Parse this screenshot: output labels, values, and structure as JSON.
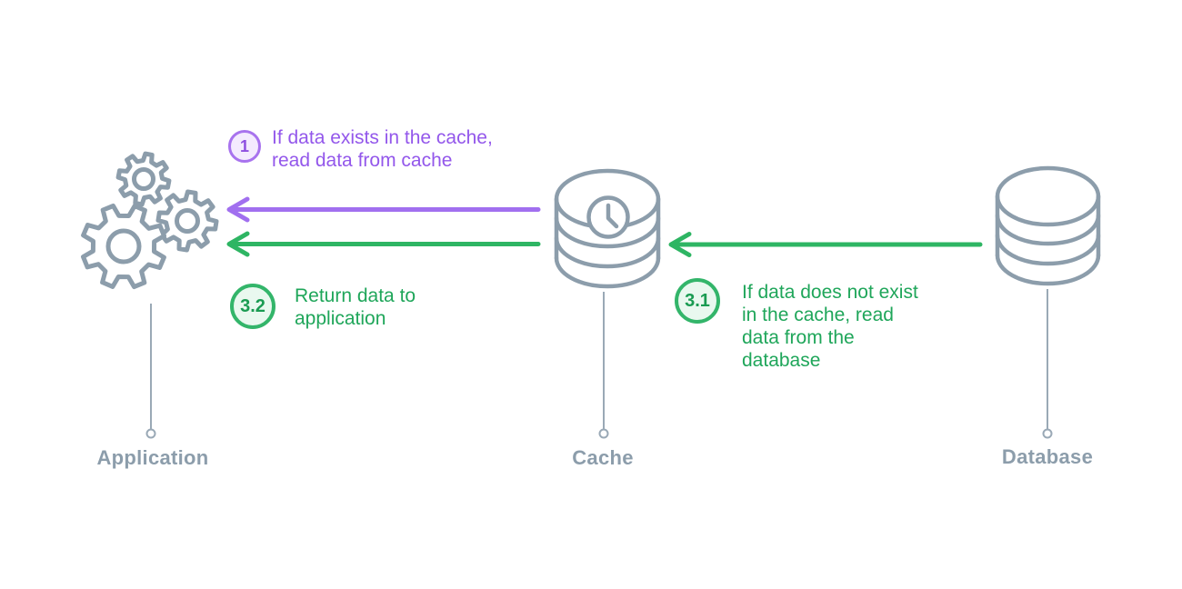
{
  "colors": {
    "purple": "#A16FEF",
    "purple_text": "#9357EB",
    "purple_badge_border": "#A873EE",
    "purple_badge_fill": "#F4EBFE",
    "green": "#2EB563",
    "green_text": "#1FA65A",
    "green_badge_border": "#33B56A",
    "green_badge_fill": "#E9F8EF",
    "icon_gray": "#8C9DAB",
    "leader_gray": "#9AA9B6"
  },
  "nodes": {
    "application": {
      "label": "Application",
      "icon": "gears-icon"
    },
    "cache": {
      "label": "Cache",
      "icon": "database-clock-icon"
    },
    "database": {
      "label": "Database",
      "icon": "database-icon"
    }
  },
  "steps": {
    "step1": {
      "badge": "1",
      "from": "cache",
      "to": "application",
      "color": "purple",
      "line1": "If data exists in the cache,",
      "line2": "read data from cache"
    },
    "step32": {
      "badge": "3.2",
      "from": "cache",
      "to": "application",
      "color": "green",
      "line1": "Return data to",
      "line2": "application"
    },
    "step31": {
      "badge": "3.1",
      "from": "database",
      "to": "cache",
      "color": "green",
      "line1": "If data does not exist",
      "line2": "in the cache, read",
      "line3": "data from the",
      "line4": "database"
    }
  }
}
